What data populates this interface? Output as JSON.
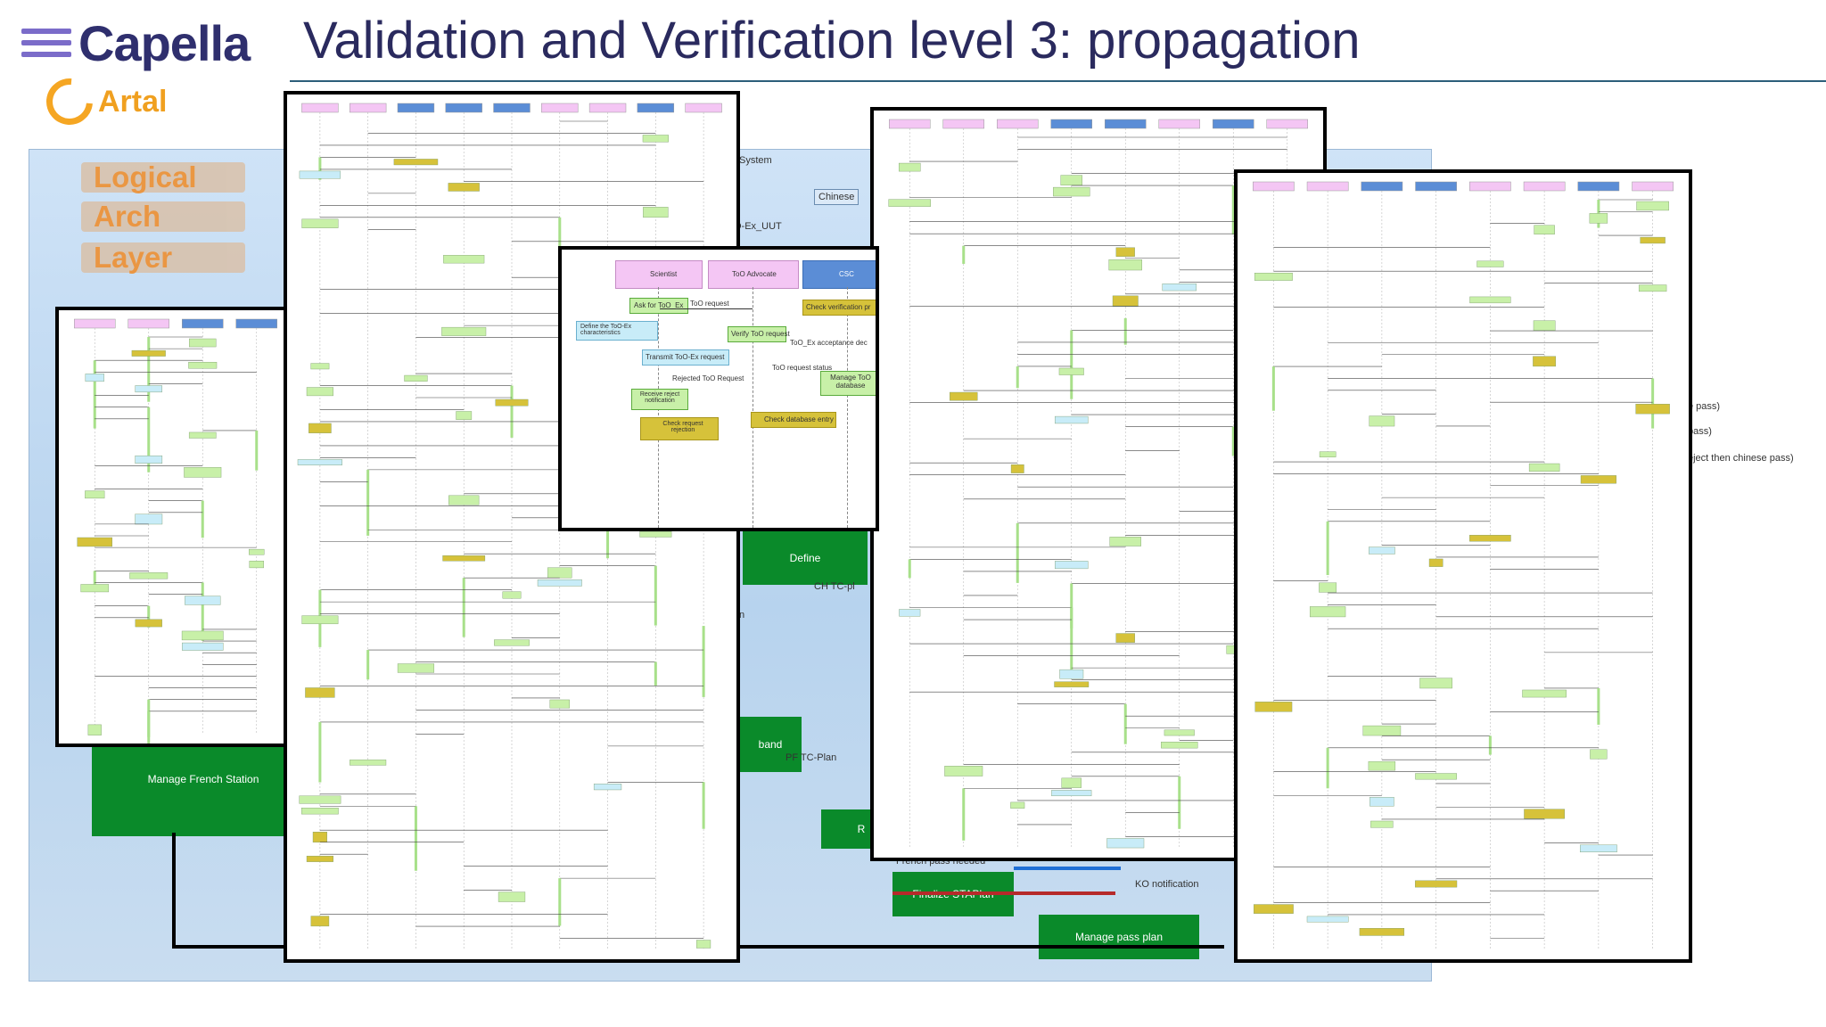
{
  "header": {
    "logo_text": "Capella",
    "artal_text": "Artal",
    "title": "Validation and Verification level 3: propagation"
  },
  "background_diagram": {
    "layer_tags": [
      "Logical",
      "Arch",
      "Layer"
    ],
    "labels": {
      "system": "System",
      "chinese": "Chinese",
      "uut": "O-Ex_UUT",
      "define": "Define",
      "ch_tc_plan": "CH TC-pl",
      "n_frag": "n",
      "band": "band",
      "pf_tc_plan": "PF TC-Plan",
      "manage_french_station": "Manage French Station",
      "french_pass_needed": "French pass needed",
      "finalize_staplan": "Finalize STAPlan",
      "ko_notification": "KO notification",
      "manage_pass_plan": "Manage pass plan",
      "r_frag": "R"
    },
    "right_notes": [
      "e pass)",
      "pass)",
      "eject then chinese pass)"
    ]
  },
  "zoomed_panel": {
    "lifelines": [
      "Scientist",
      "ToO Advocate",
      "CSC"
    ],
    "steps": [
      "Ask for ToO_Ex",
      "Define the ToO-Ex characteristics",
      "ToO request",
      "Verify ToO request",
      "Check verification pr",
      "ToO_Ex acceptance dec",
      "Transmit ToO-Ex request",
      "ToO request status",
      "Rejected ToO Request",
      "Manage ToO database",
      "Receive reject notification",
      "Check request rejection",
      "Check database entry"
    ]
  },
  "colors": {
    "title": "#2a2a5e",
    "logo": "#2f2f6e",
    "artal": "#f0a020",
    "layer_tag_text": "#f08a24",
    "actor_pink": "#f4c6f4",
    "component_blue": "#5b8dd6",
    "function_green": "#c8f0a8",
    "activity_green": "#0a8a2a",
    "note_yellow": "#d6c23a",
    "note_cyan": "#c8ecf8"
  }
}
